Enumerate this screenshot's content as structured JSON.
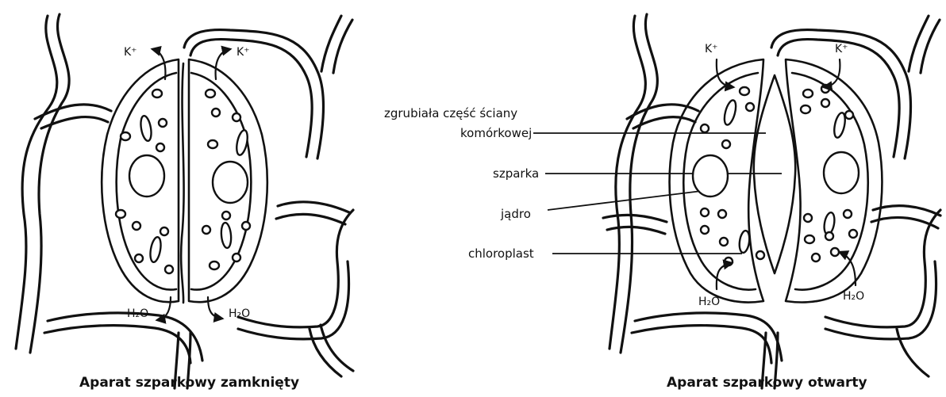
{
  "diagram": {
    "left_caption": "Aparat szparkowy zamknięty",
    "right_caption": "Aparat szparkowy otwarty",
    "labels": {
      "thick_wall_line1": "zgrubiała część ściany",
      "thick_wall_line2": "komórkowej",
      "stoma": "szparka",
      "nucleus": "jądro",
      "chloroplast": "chloroplast"
    },
    "ions": {
      "potassium": "K⁺",
      "water": "H₂O"
    }
  }
}
